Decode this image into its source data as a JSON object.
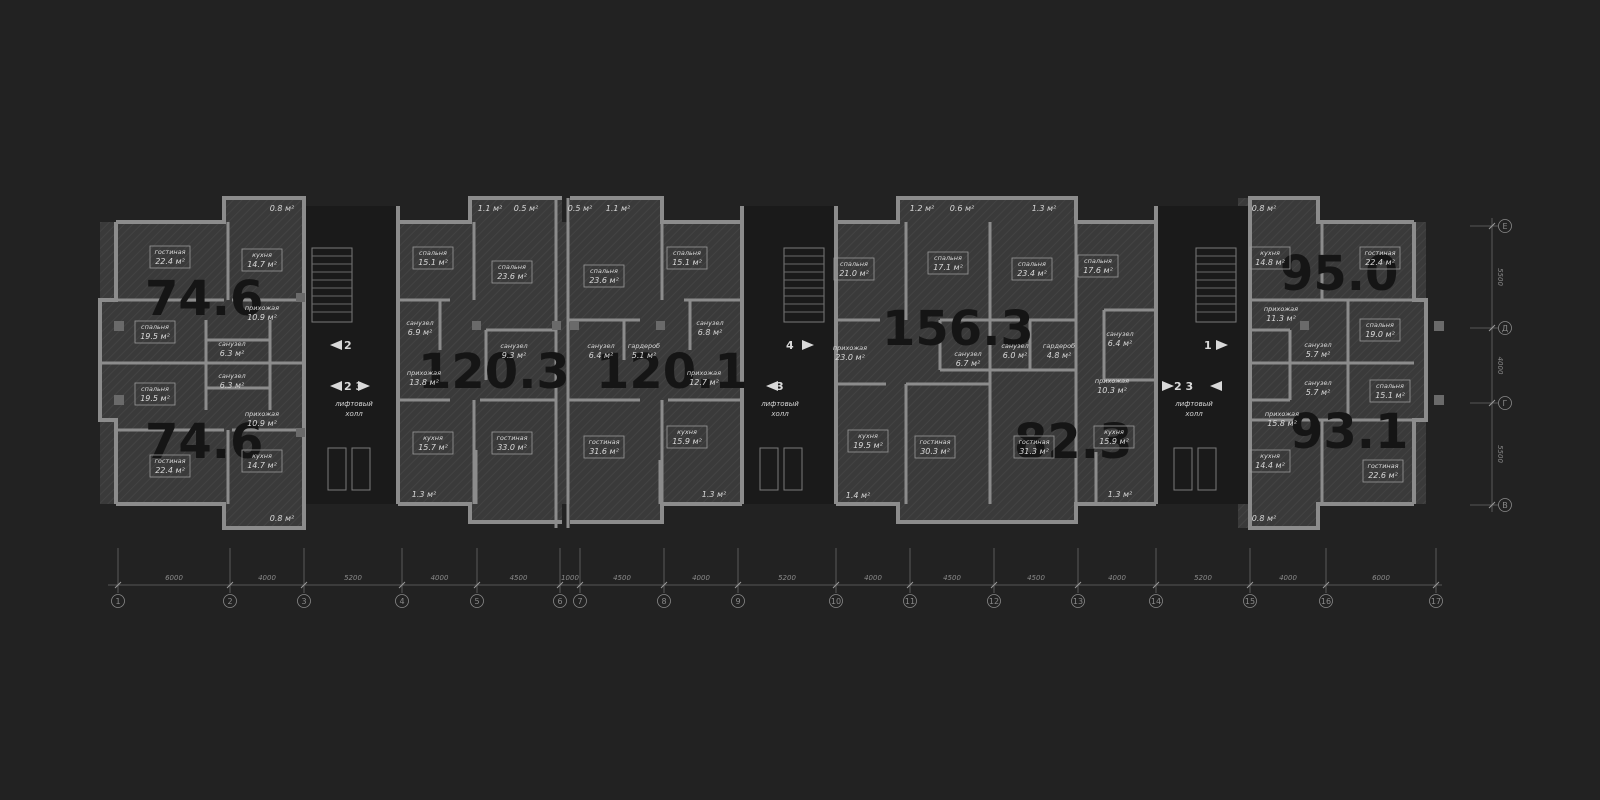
{
  "apartments": [
    {
      "id": "A1",
      "total": "74.6",
      "rooms": [
        {
          "name": "гостиная",
          "area": "22.4 м²",
          "boxed": true
        },
        {
          "name": "кухня",
          "area": "14.7 м²",
          "boxed": true
        },
        {
          "name": "",
          "area": "0.8 м²",
          "boxed": false
        },
        {
          "name": "прихожая",
          "area": "10.9 м²",
          "boxed": false
        },
        {
          "name": "спальня",
          "area": "19.5 м²",
          "boxed": true
        },
        {
          "name": "санузел",
          "area": "6.3 м²",
          "boxed": false
        }
      ]
    },
    {
      "id": "A2",
      "total": "74.6",
      "rooms": [
        {
          "name": "спальня",
          "area": "19.5 м²",
          "boxed": true
        },
        {
          "name": "санузел",
          "area": "6.3 м²",
          "boxed": false
        },
        {
          "name": "прихожая",
          "area": "10.9 м²",
          "boxed": false
        },
        {
          "name": "гостиная",
          "area": "22.4 м²",
          "boxed": true
        },
        {
          "name": "кухня",
          "area": "14.7 м²",
          "boxed": true
        },
        {
          "name": "",
          "area": "0.8 м²",
          "boxed": false
        }
      ]
    },
    {
      "id": "A3",
      "total": "120.3",
      "rooms": [
        {
          "name": "спальня",
          "area": "15.1 м²",
          "boxed": true
        },
        {
          "name": "спальня",
          "area": "23.6 м²",
          "boxed": true
        },
        {
          "name": "",
          "area": "1.1 м²",
          "boxed": false
        },
        {
          "name": "",
          "area": "0.5 м²",
          "boxed": false
        },
        {
          "name": "санузел",
          "area": "6.9 м²",
          "boxed": false
        },
        {
          "name": "санузел",
          "area": "9.3 м²",
          "boxed": false
        },
        {
          "name": "прихожая",
          "area": "13.8 м²",
          "boxed": false
        },
        {
          "name": "кухня",
          "area": "15.7 м²",
          "boxed": true
        },
        {
          "name": "гостиная",
          "area": "33.0 м²",
          "boxed": true
        },
        {
          "name": "",
          "area": "1.3 м²",
          "boxed": false
        }
      ]
    },
    {
      "id": "A4",
      "total": "120.1",
      "rooms": [
        {
          "name": "",
          "area": "0.5 м²",
          "boxed": false
        },
        {
          "name": "",
          "area": "1.1 м²",
          "boxed": false
        },
        {
          "name": "спальня",
          "area": "23.6 м²",
          "boxed": true
        },
        {
          "name": "спальня",
          "area": "15.1 м²",
          "boxed": true
        },
        {
          "name": "санузел",
          "area": "6.4 м²",
          "boxed": false
        },
        {
          "name": "гардероб",
          "area": "5.1 м²",
          "boxed": false
        },
        {
          "name": "санузел",
          "area": "6.8 м²",
          "boxed": false
        },
        {
          "name": "прихожая",
          "area": "12.7 м²",
          "boxed": false
        },
        {
          "name": "гостиная",
          "area": "31.6 м²",
          "boxed": true
        },
        {
          "name": "кухня",
          "area": "15.9 м²",
          "boxed": true
        },
        {
          "name": "",
          "area": "1.3 м²",
          "boxed": false
        }
      ]
    },
    {
      "id": "A5",
      "total": "156.3",
      "rooms": [
        {
          "name": "спальня",
          "area": "21.0 м²",
          "boxed": true
        },
        {
          "name": "",
          "area": "1.2 м²",
          "boxed": false
        },
        {
          "name": "",
          "area": "0.6 м²",
          "boxed": false
        },
        {
          "name": "спальня",
          "area": "17.1 м²",
          "boxed": true
        },
        {
          "name": "",
          "area": "1.3 м²",
          "boxed": false
        },
        {
          "name": "спальня",
          "area": "23.4 м²",
          "boxed": true
        },
        {
          "name": "прихожая",
          "area": "23.0 м²",
          "boxed": false
        },
        {
          "name": "санузел",
          "area": "6.7 м²",
          "boxed": false
        },
        {
          "name": "санузел",
          "area": "6.0 м²",
          "boxed": false
        },
        {
          "name": "гардероб",
          "area": "4.8 м²",
          "boxed": false
        },
        {
          "name": "кухня",
          "area": "19.5 м²",
          "boxed": true
        },
        {
          "name": "гостиная",
          "area": "30.3 м²",
          "boxed": true
        },
        {
          "name": "",
          "area": "1.4 м²",
          "boxed": false
        }
      ]
    },
    {
      "id": "A6",
      "total": "82.3",
      "rooms": [
        {
          "name": "спальня",
          "area": "17.6 м²",
          "boxed": true
        },
        {
          "name": "санузел",
          "area": "6.4 м²",
          "boxed": false
        },
        {
          "name": "прихожая",
          "area": "10.3 м²",
          "boxed": false
        },
        {
          "name": "гостиная",
          "area": "31.3 м²",
          "boxed": true
        },
        {
          "name": "кухня",
          "area": "15.9 м²",
          "boxed": true
        },
        {
          "name": "",
          "area": "1.3 м²",
          "boxed": false
        }
      ]
    },
    {
      "id": "A7",
      "total": "95.0",
      "rooms": [
        {
          "name": "",
          "area": "0.8 м²",
          "boxed": false
        },
        {
          "name": "кухня",
          "area": "14.8 м²",
          "boxed": true
        },
        {
          "name": "гостиная",
          "area": "22.4 м²",
          "boxed": true
        },
        {
          "name": "прихожая",
          "area": "11.3 м²",
          "boxed": false
        },
        {
          "name": "спальня",
          "area": "19.0 м²",
          "boxed": true
        },
        {
          "name": "санузел",
          "area": "5.7 м²",
          "boxed": false
        }
      ]
    },
    {
      "id": "A8",
      "total": "93.1",
      "rooms": [
        {
          "name": "санузел",
          "area": "5.7 м²",
          "boxed": false
        },
        {
          "name": "спальня",
          "area": "15.1 м²",
          "boxed": true
        },
        {
          "name": "прихожая",
          "area": "15.8 м²",
          "boxed": false
        },
        {
          "name": "кухня",
          "area": "14.4 м²",
          "boxed": true
        },
        {
          "name": "гостиная",
          "area": "22.6 м²",
          "boxed": true
        },
        {
          "name": "",
          "area": "0.8 м²",
          "boxed": false
        }
      ]
    }
  ],
  "halls": [
    {
      "line1": "лифтовый",
      "line2": "холл",
      "marks": [
        "2",
        "2 3"
      ]
    },
    {
      "line1": "лифтовый",
      "line2": "холл",
      "marks": [
        "4",
        "3"
      ]
    },
    {
      "line1": "лифтовый",
      "line2": "холл",
      "marks": [
        "1",
        "2 3"
      ]
    }
  ],
  "grid_columns": [
    "1",
    "2",
    "3",
    "4",
    "5",
    "6",
    "7",
    "8",
    "9",
    "10",
    "11",
    "12",
    "13",
    "14",
    "15",
    "16",
    "17"
  ],
  "grid_rows": [
    "Е",
    "Д",
    "Г",
    "В"
  ],
  "column_spacings": [
    "6000",
    "4000",
    "5200",
    "4000",
    "4500",
    "1000",
    "4500",
    "4000",
    "5200",
    "4000",
    "4500",
    "4500",
    "4000",
    "5200",
    "4000",
    "6000"
  ],
  "row_spacings": [
    "5500",
    "4000",
    "5500"
  ],
  "colors": {
    "background": "#222222",
    "wall": "#8c8c8c",
    "floor": "#3c3c3c",
    "hall": "#1a1a1a",
    "text": "#d9d9d9",
    "dim": "#8a8a8a",
    "total": "#151515"
  }
}
